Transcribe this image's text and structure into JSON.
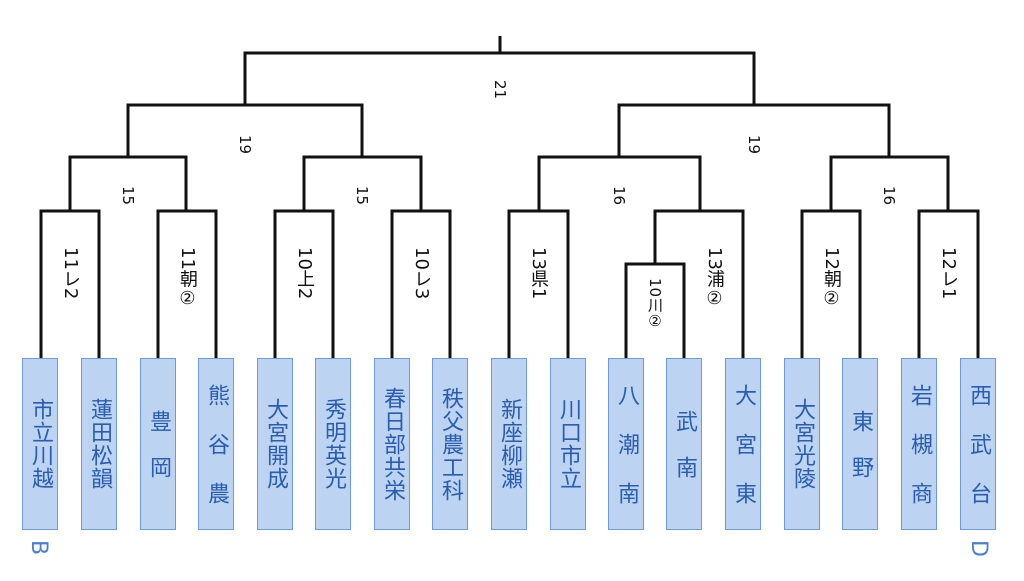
{
  "teams": [
    {
      "name": "市立川越"
    },
    {
      "name": "蓮田松韻"
    },
    {
      "name": "豊　岡"
    },
    {
      "name": "熊 谷 農"
    },
    {
      "name": "大宮開成"
    },
    {
      "name": "秀明英光"
    },
    {
      "name": "春日部共栄"
    },
    {
      "name": "秩父農工科"
    },
    {
      "name": "新座柳瀬"
    },
    {
      "name": "川口市立"
    },
    {
      "name": "八 潮 南"
    },
    {
      "name": "武　南"
    },
    {
      "name": "大 宮 東"
    },
    {
      "name": "大宮光陵"
    },
    {
      "name": "東　野"
    },
    {
      "name": "岩 槻 商"
    },
    {
      "name": "西 武 台"
    }
  ],
  "rounds": {
    "r1": [
      "11レ2",
      "11朝②",
      "10上2",
      "10レ3",
      "13県1",
      "10川②",
      "13浦②",
      "12朝②",
      "12レ1"
    ],
    "r2": [
      "15",
      "15",
      "16",
      "16"
    ],
    "r3": [
      "19",
      "19"
    ],
    "final": "21"
  },
  "zones": {
    "left": "B",
    "right": "D"
  },
  "colors": {
    "team_fill": "#bcd3f2",
    "team_border": "#6d9ad8",
    "team_text": "#2a5db0",
    "line": "#111111"
  }
}
